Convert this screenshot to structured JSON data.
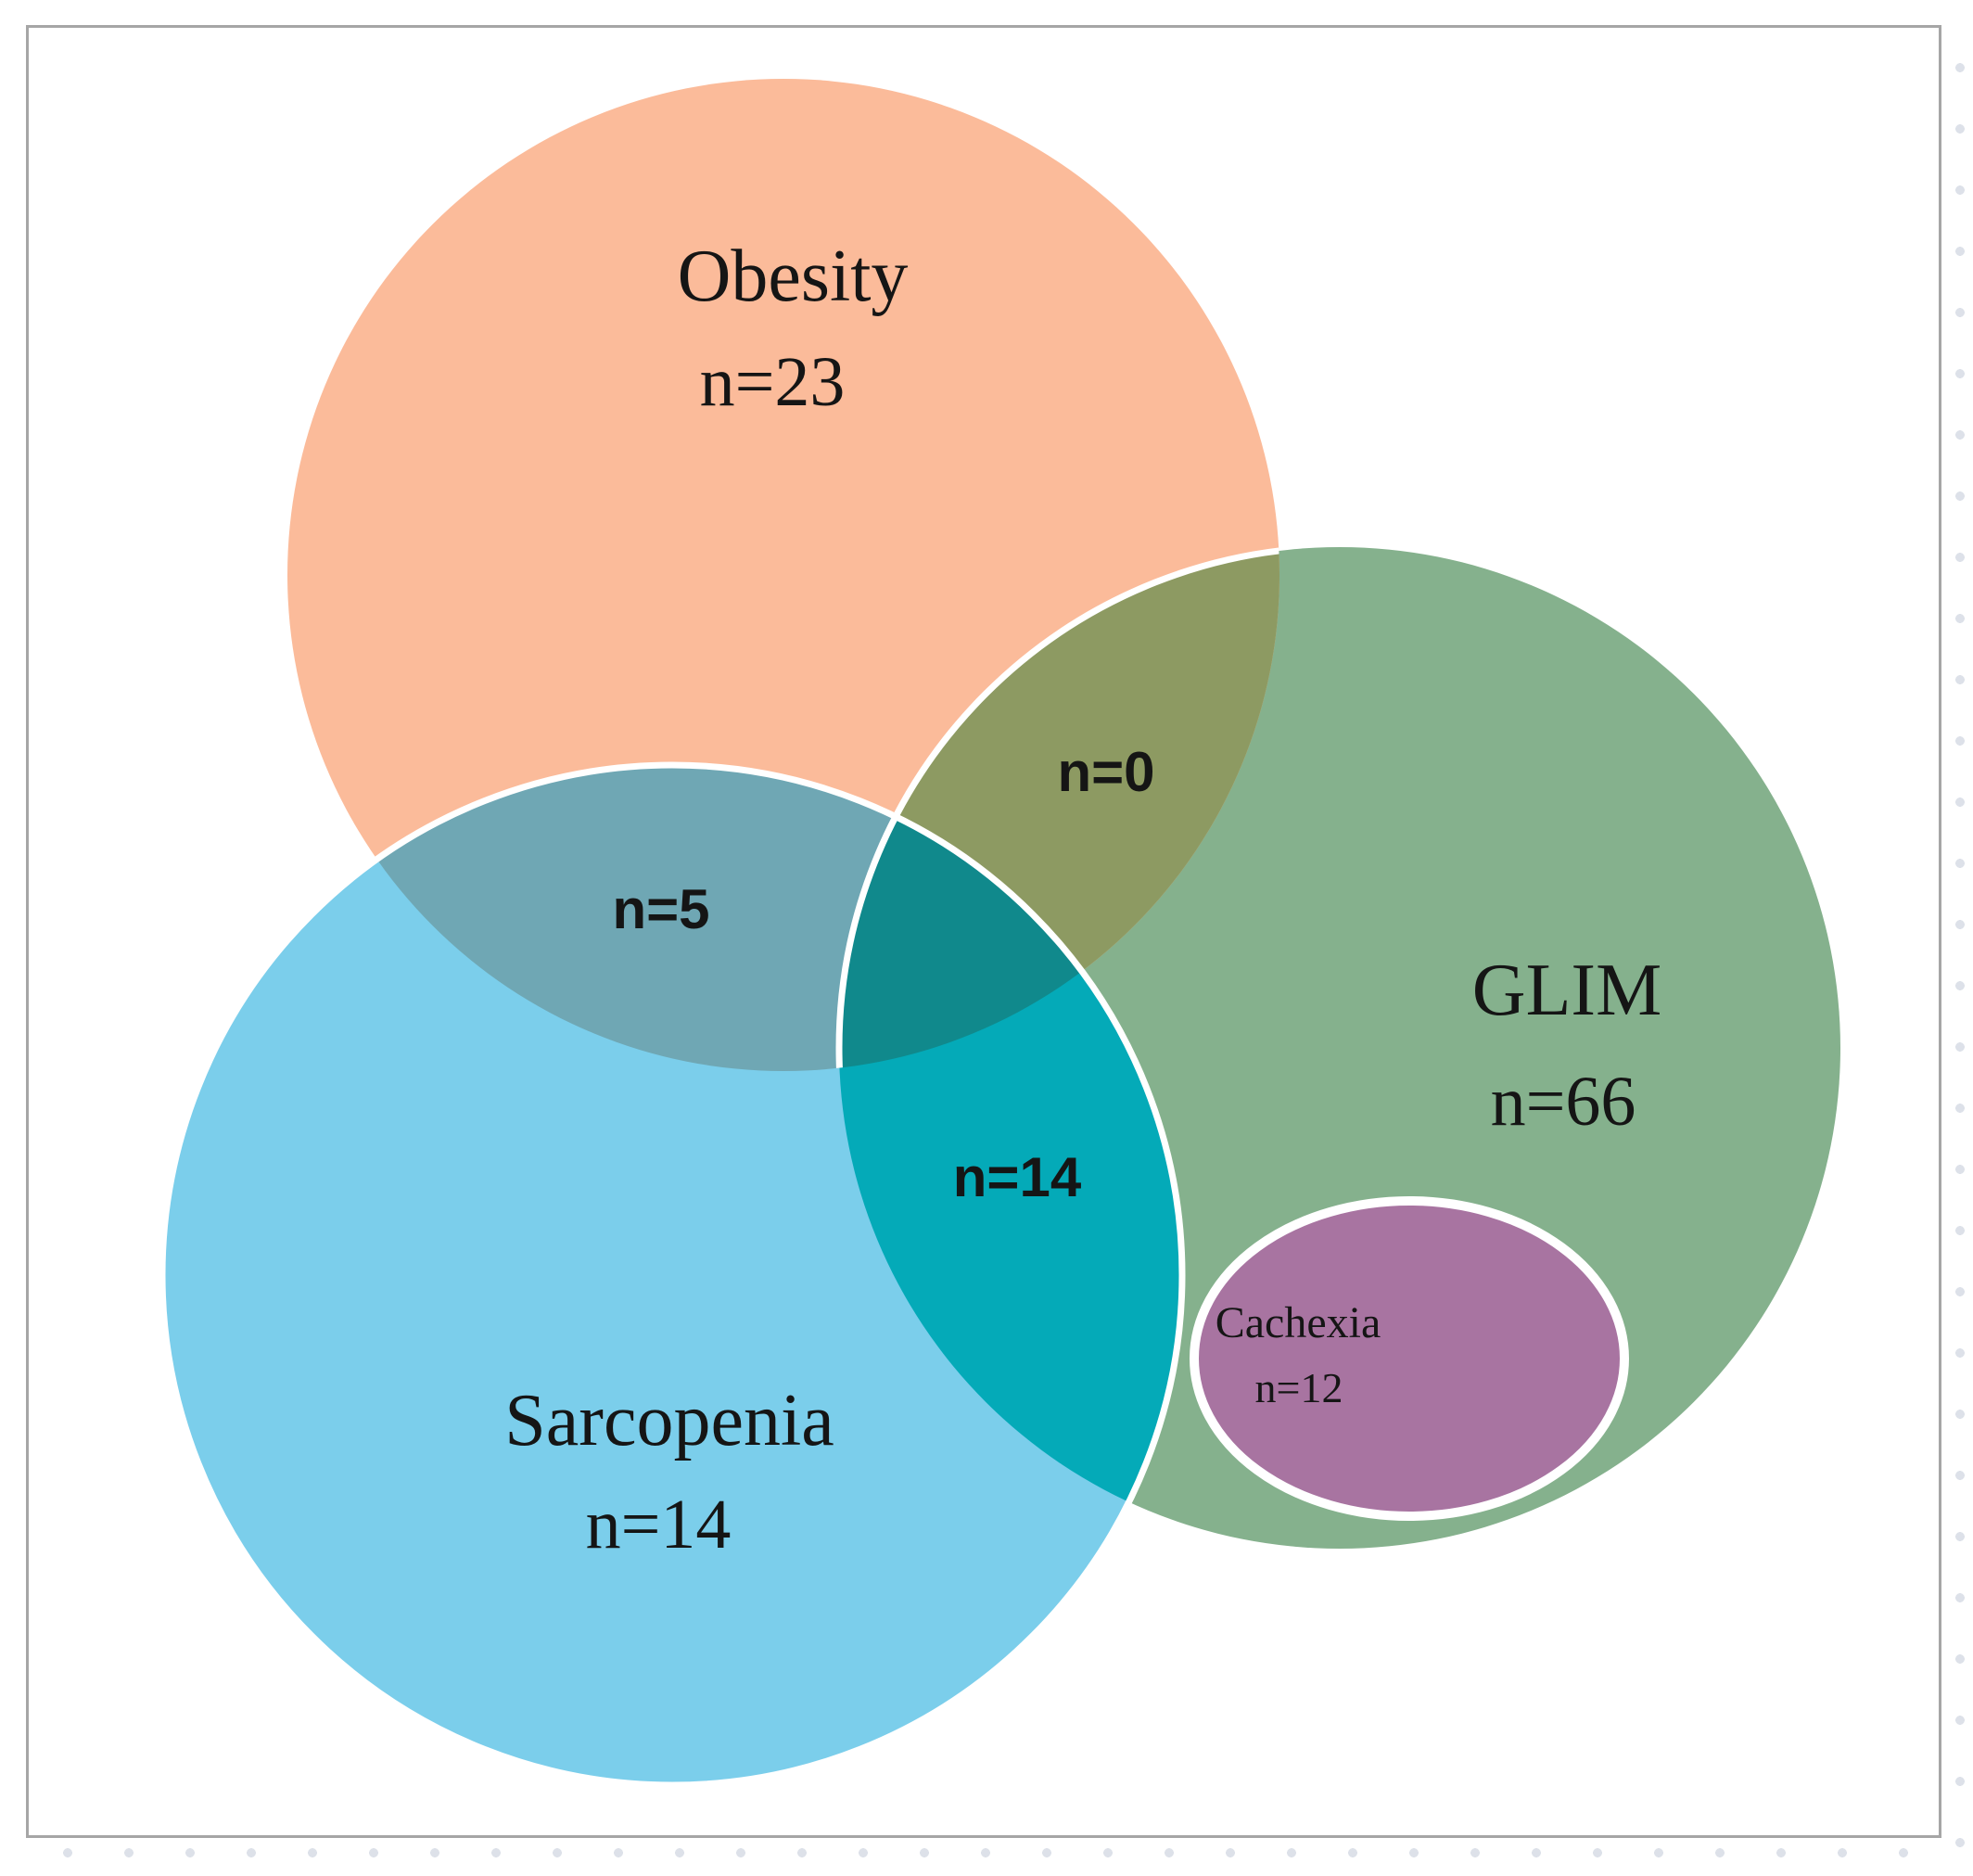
{
  "venn": {
    "sets": [
      {
        "name": "Obesity",
        "count": "n=23",
        "color": "#fbbb9a"
      },
      {
        "name": "Sarcopenia",
        "count": "n=14",
        "color": "#7bceeb"
      },
      {
        "name": "GLIM",
        "count": "n=66",
        "color": "#85b18d"
      }
    ],
    "subset": {
      "name": "Cachexia",
      "count": "n=12",
      "color": "#a874a1"
    },
    "overlaps": {
      "obesity_glim": {
        "label": "n=0",
        "color": "#8d9a62"
      },
      "obesity_sarcopenia": {
        "label": "n=5",
        "color": "#6fa7b4"
      },
      "sarcopenia_glim": {
        "label": "n=14",
        "color": "#04aab8"
      },
      "all_three": {
        "color": "#10898c"
      }
    }
  },
  "chart_data": {
    "type": "venn",
    "title": "",
    "sets": [
      {
        "name": "Obesity",
        "size": 23
      },
      {
        "name": "Sarcopenia",
        "size": 14
      },
      {
        "name": "GLIM",
        "size": 66
      }
    ],
    "intersections": [
      {
        "sets": [
          "Obesity",
          "GLIM"
        ],
        "value": 0
      },
      {
        "sets": [
          "Obesity",
          "Sarcopenia"
        ],
        "value": 5
      },
      {
        "sets": [
          "Sarcopenia",
          "GLIM"
        ],
        "value": 14
      }
    ],
    "subsets": [
      {
        "name": "Cachexia",
        "within": "GLIM",
        "value": 12
      }
    ]
  }
}
